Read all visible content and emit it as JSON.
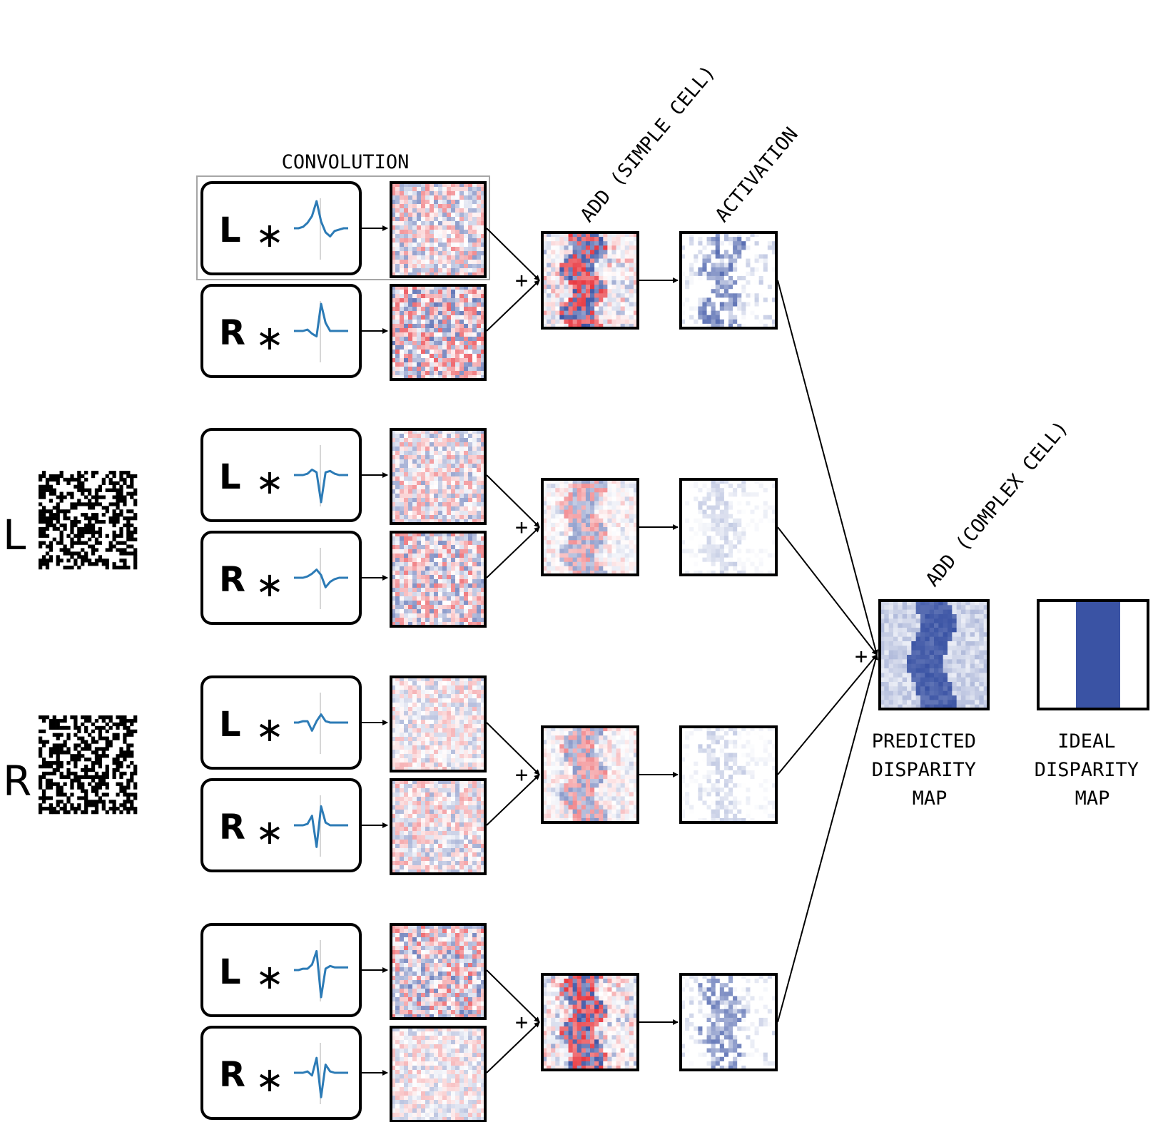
{
  "labels": {
    "convolution": "CONVOLUTION",
    "add_simple": "ADD (SIMPLE CELL)",
    "activation": "ACTIVATION",
    "add_complex": "ADD (COMPLEX CELL)",
    "predicted": [
      "PREDICTED",
      "DISPARITY",
      "MAP"
    ],
    "ideal": [
      "IDEAL",
      "DISPARITY",
      "MAP"
    ],
    "plus": "+",
    "convolve_symbol": "∗"
  },
  "inputs": [
    {
      "label": "L"
    },
    {
      "label": "R"
    }
  ],
  "branches": [
    {
      "filters": [
        {
          "eye": "L",
          "kernel": [
            0,
            0,
            0.05,
            0.2,
            0.45,
            1.0,
            0.25,
            -0.15,
            -0.3,
            -0.1,
            -0.05,
            0,
            0
          ]
        },
        {
          "eye": "R",
          "kernel": [
            0,
            0,
            0,
            0.05,
            -0.1,
            -0.2,
            1.0,
            0.3,
            0,
            0,
            0,
            0,
            0
          ]
        }
      ],
      "simple_strength": 1.0,
      "activation_strength": 0.85
    },
    {
      "filters": [
        {
          "eye": "L",
          "kernel": [
            0,
            0,
            0,
            0.05,
            0.2,
            0.1,
            -1.0,
            0.1,
            0.15,
            0.05,
            0,
            0,
            0
          ]
        },
        {
          "eye": "R",
          "kernel": [
            0,
            0,
            0,
            0.05,
            0.15,
            0.3,
            0.1,
            -0.35,
            -0.15,
            -0.05,
            0,
            0,
            0
          ]
        }
      ],
      "simple_strength": 0.55,
      "activation_strength": 0.3
    },
    {
      "filters": [
        {
          "eye": "L",
          "kernel": [
            0,
            0,
            0.05,
            0.05,
            -0.3,
            0.05,
            0.3,
            0.05,
            0,
            0,
            0,
            0,
            0
          ]
        },
        {
          "eye": "R",
          "kernel": [
            0,
            0,
            0,
            0.05,
            0.35,
            -0.8,
            0.7,
            0.1,
            0,
            0,
            0,
            0,
            0
          ]
        }
      ],
      "simple_strength": 0.6,
      "activation_strength": 0.3
    },
    {
      "filters": [
        {
          "eye": "L",
          "kernel": [
            0,
            0,
            0.05,
            0.05,
            0.2,
            0.7,
            -1.0,
            0.05,
            0.15,
            0.1,
            0.1,
            0.1,
            0.1
          ]
        },
        {
          "eye": "R",
          "kernel": [
            0,
            0,
            0,
            0.05,
            -0.1,
            0.55,
            -0.9,
            0.3,
            0.05,
            0,
            0,
            0,
            0
          ]
        }
      ],
      "simple_strength": 1.0,
      "activation_strength": 0.75
    }
  ],
  "colors": {
    "kernel_line": "#2c7bb6",
    "map_blue": "#3a53a4",
    "map_red": "#e8373f",
    "frame": "#000000",
    "highlight_box": "#a6a6a6"
  }
}
